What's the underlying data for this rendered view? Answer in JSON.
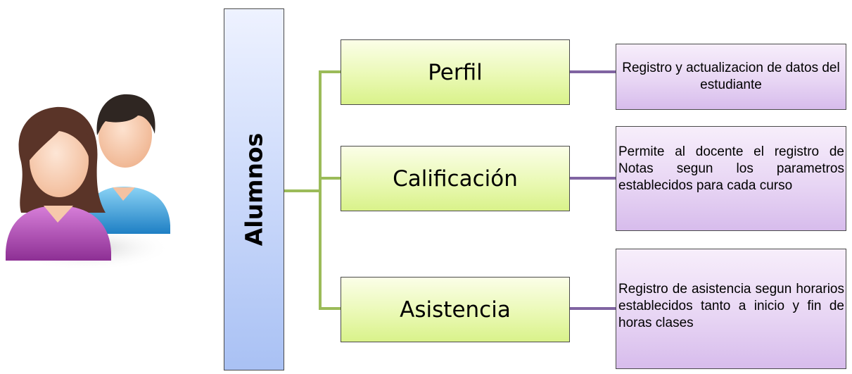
{
  "root": {
    "label": "Alumnos"
  },
  "modules": [
    {
      "title": "Perfil",
      "description": "Registro y actualizacion de datos del estudiante"
    },
    {
      "title": "Calificación",
      "description": "Permite al docente el registro de Notas segun los parametros establecidos para cada curso"
    },
    {
      "title": "Asistencia",
      "description": "Registro de asistencia segun horarios establecidos tanto a inicio y fin de horas clases"
    }
  ],
  "colors": {
    "root_fill": "#c3d4fa",
    "module_fill": "#e4f7a4",
    "description_fill": "#e3cdf2",
    "green_connector": "#9bbb59",
    "purple_connector": "#8064a2",
    "female_avatar": "#b455b8",
    "male_avatar": "#3fa8e0"
  },
  "icons": {
    "avatar": "users-group-icon"
  }
}
